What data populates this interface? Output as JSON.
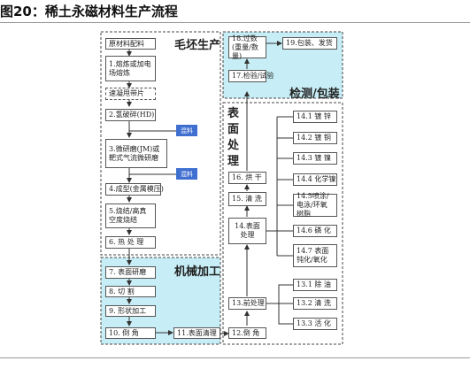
{
  "caption": "图20：稀土永磁材料生产流程",
  "sections": {
    "blank": "毛坯生产",
    "machining": "机械加工",
    "inspection": "检测/包装",
    "surface": "表面处理"
  },
  "blank_steps": [
    "原材料配料",
    "1.熔炼或加电场熔炼",
    "速凝甩带片",
    "2.氢破碎(HD)",
    "3.微研磨(JM)或靶式气流微研磨",
    "4.成型(金属模压)",
    "5.烧结/高真空度烧结",
    "6. 热 处 理"
  ],
  "mix_tags": [
    "混料",
    "混料"
  ],
  "machining_steps": [
    "7. 表面研磨",
    "8. 切  割",
    "9. 形状加工",
    "10. 倒   角"
  ],
  "middle_steps": [
    "11.表面清理",
    "12.倒  角"
  ],
  "surface_steps": [
    "13.前处理",
    "14.表面处理",
    "15. 清 洗",
    "16. 烘 干"
  ],
  "pre_treatment": [
    "13.1 除 油",
    "13.2 清 洗",
    "13.3 活 化"
  ],
  "coatings": [
    "14.1 镀  锌",
    "14.2 镀  铜",
    "14.3 镀  镍",
    "14.4 化学镍",
    "14.5喷涂/电泳/环氧树脂",
    "14.6 磷  化",
    "14.7 表面钝化/氧化"
  ],
  "inspection_steps": [
    "17.检验/试验",
    "18.过数(重量/数量)",
    "19.包装、发货"
  ]
}
